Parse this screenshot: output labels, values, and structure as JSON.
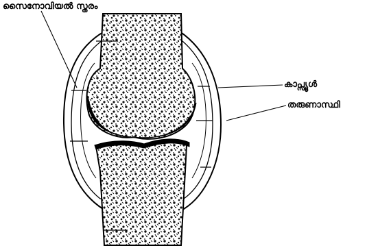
{
  "diagram": {
    "labels": {
      "synovial_membrane": "സൈനോവിയൽ സ്തരം",
      "capsule": "കാപ്സ്യൂൾ",
      "cartilage": "തരുണാസ്ഥി"
    }
  }
}
